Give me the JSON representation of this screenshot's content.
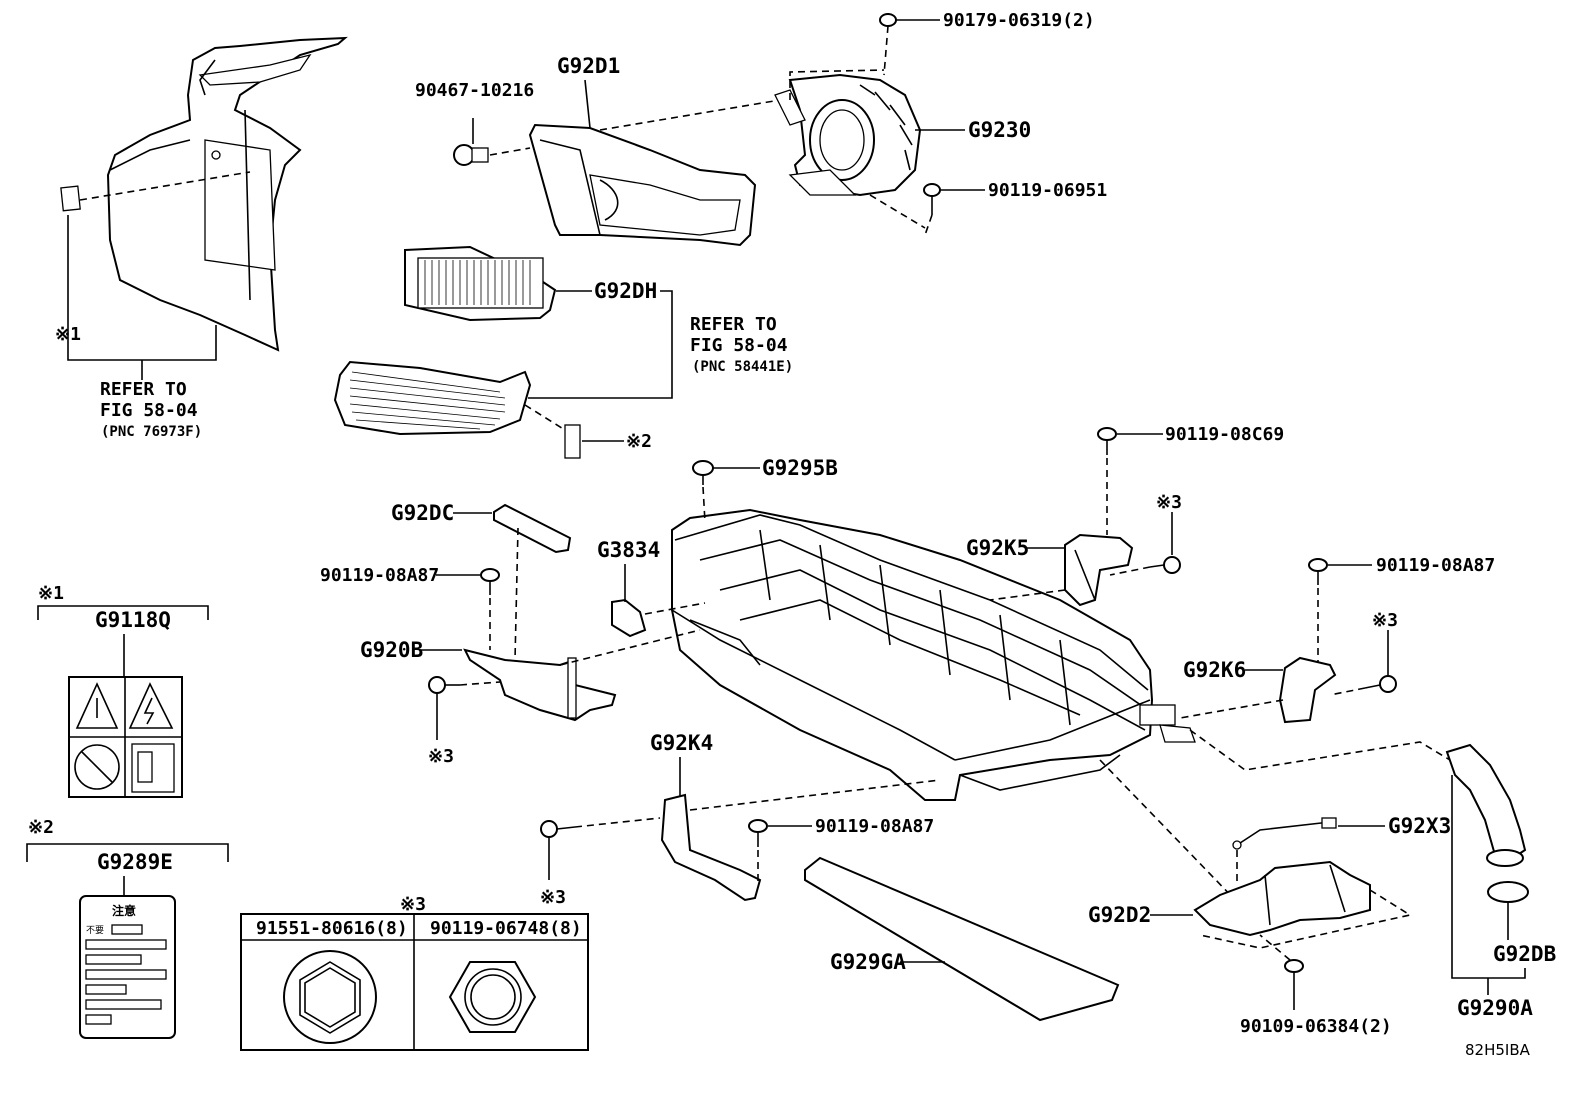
{
  "labels": {
    "p90179": "90179-06319(2)",
    "pG92D1": "G92D1",
    "p90467": "90467-10216",
    "pG9230": "G9230",
    "p90119_06951": "90119-06951",
    "pG92DH": "G92DH",
    "refer_to_a": "REFER TO",
    "fig_a": "FIG 58-04",
    "pnc_a": "(PNC 58441E)",
    "note1_side": "※1",
    "refer_to_b": "REFER TO",
    "fig_b": "FIG 58-04",
    "pnc_b": "(PNC 76973F)",
    "note2_side": "※2",
    "p90119_08C69": "90119-08C69",
    "pG9295B": "G9295B",
    "pG92DC": "G92DC",
    "pG3834": "G3834",
    "pG92K5": "G92K5",
    "note3_a": "※3",
    "p90119_08A87_a": "90119-08A87",
    "p90119_08A87_b": "90119-08A87",
    "note3_b": "※3",
    "pG920B": "G920B",
    "note3_c": "※3",
    "pG92K6": "G92K6",
    "pG92K4": "G92K4",
    "p90119_08A87_c": "90119-08A87",
    "pG92X3": "G92X3",
    "note3_d": "※3",
    "pG92D2": "G92D2",
    "pG929GA": "G929GA",
    "pG92DB": "G92DB",
    "p90109": "90109-06384(2)",
    "pG9290A": "G9290A",
    "diagram_code": "82H5IBA"
  },
  "boxes": {
    "box1_note": "※1",
    "box1_part": "G9118Q",
    "box2_note": "※2",
    "box2_part": "G9289E",
    "box3_note": "※3",
    "box3_col1": "91551-80616(8)",
    "box3_col2": "90119-06748(8)",
    "caution_title": "注意",
    "caution_line1": "不要"
  }
}
